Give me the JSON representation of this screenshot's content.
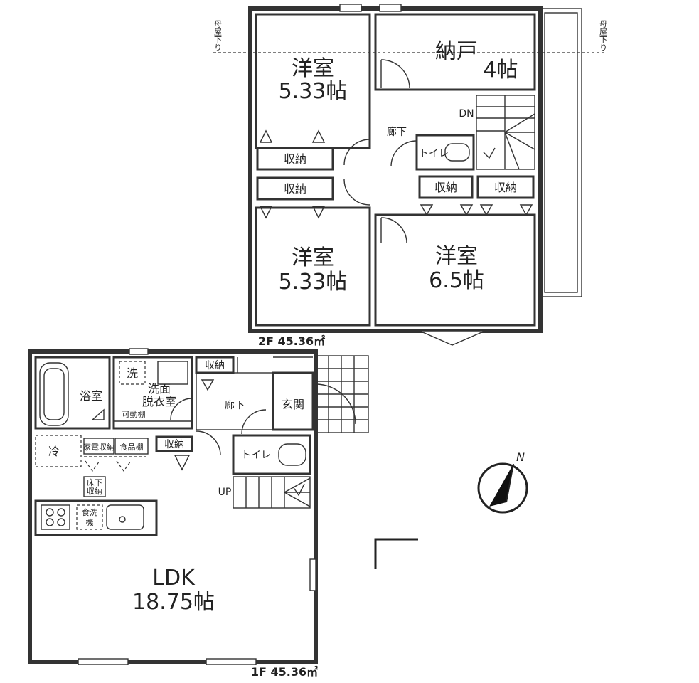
{
  "floor2": {
    "area_label": "2F 45.36㎡",
    "rooms": {
      "room_nw_name": "洋室",
      "room_nw_size": "5.33帖",
      "storage_room_name": "納戸",
      "storage_room_size": "4帖",
      "room_sw_name": "洋室",
      "room_sw_size": "5.33帖",
      "room_se_name": "洋室",
      "room_se_size": "6.5帖",
      "hallway": "廊下",
      "toilet": "トイレ",
      "closet_1": "収納",
      "closet_2": "収納",
      "closet_3": "収納",
      "closet_4": "収納",
      "stairs_dir": "DN"
    },
    "roof_note_left": "母屋下り",
    "roof_note_right": "母屋下り"
  },
  "floor1": {
    "area_label": "1F 45.36㎡",
    "rooms": {
      "bath": "浴室",
      "washroom_line1": "洗面",
      "washroom_line2": "脱衣室",
      "washer": "洗",
      "movable_shelf": "可動棚",
      "closet_top": "収納",
      "hallway": "廊下",
      "entrance": "玄関",
      "fridge": "冷",
      "appliance_storage": "家電収納",
      "pantry": "食品棚",
      "closet_mid": "収納",
      "toilet": "トイレ",
      "underfloor_line1": "床下",
      "underfloor_line2": "収納",
      "dishwasher_line1": "食洗",
      "dishwasher_line2": "機",
      "stairs_dir": "UP",
      "ldk_name": "LDK",
      "ldk_size": "18.75帖"
    }
  },
  "compass": {
    "label": "N"
  }
}
